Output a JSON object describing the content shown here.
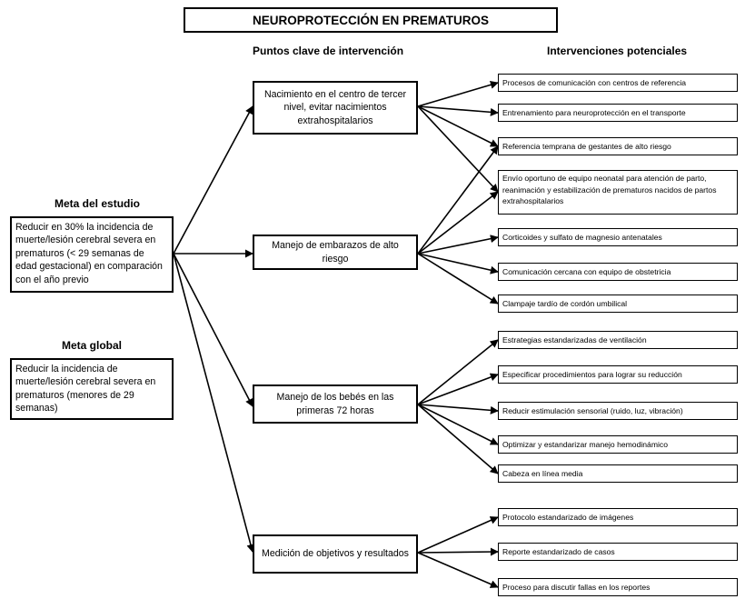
{
  "title": "NEUROPROTECCIÓN EN PREMATUROS",
  "headers": {
    "key_points": "Puntos clave de intervención",
    "interventions": "Intervenciones potenciales"
  },
  "study_goal": {
    "label": "Meta del estudio",
    "text": "Reducir en 30% la incidencia de muerte/lesión cerebral severa en prematuros (< 29 semanas de edad gestacional) en comparación con el año previo"
  },
  "global_goal": {
    "label": "Meta global",
    "text": "Reducir la incidencia de muerte/lesión cerebral severa en prematuros (menores de 29 semanas)"
  },
  "key_points": [
    "Nacimiento en el centro de tercer nivel, evitar nacimientos extrahospitalarios",
    "Manejo de embarazos de alto riesgo",
    "Manejo de los bebés en las primeras 72 horas",
    "Medición de objetivos y resultados"
  ],
  "interventions": [
    "Procesos de comunicación con centros de referencia",
    "Entrenamiento para neuroprotección en el transporte",
    "Referencia temprana de gestantes de alto riesgo",
    "Envío oportuno de equipo neonatal para atención de parto, reanimación y estabilización de prematuros nacidos de partos extrahospitalarios",
    "Corticoides y sulfato de magnesio antenatales",
    "Comunicación cercana con equipo de obstetricia",
    "Clampaje tardío de cordón umbilical",
    "Estrategias estandarizadas de ventilación",
    "Especificar procedimientos para lograr su reducción",
    "Reducir estimulación sensorial (ruido, luz, vibración)",
    "Optimizar y estandarizar manejo hemodinámico",
    "Cabeza en línea media",
    "Protocolo estandarizado de imágenes",
    "Reporte estandarizado de casos",
    "Proceso para discutir fallas en los reportes"
  ],
  "connections": {
    "key_point_0": [
      0,
      1,
      2,
      3
    ],
    "key_point_1": [
      2,
      3,
      4,
      5,
      6
    ],
    "key_point_2": [
      7,
      8,
      9,
      10,
      11
    ],
    "key_point_3": [
      12,
      13,
      14
    ]
  }
}
